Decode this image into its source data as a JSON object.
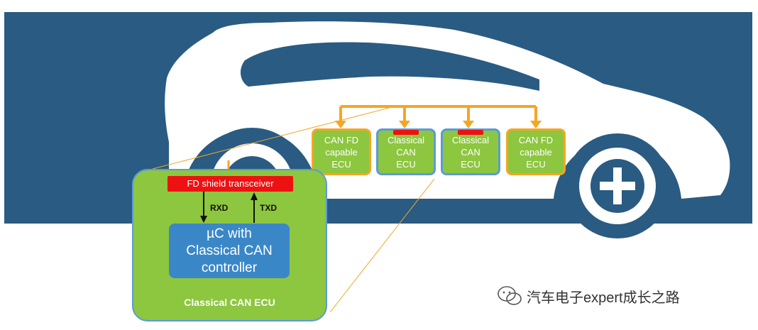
{
  "diagram": {
    "ecus": [
      {
        "label": "CAN FD\ncapable\nECU",
        "kind": "fd"
      },
      {
        "label": "Classical\nCAN\nECU",
        "kind": "classical"
      },
      {
        "label": "Classical\nCAN\nECU",
        "kind": "classical"
      },
      {
        "label": "CAN FD\ncapable\nECU",
        "kind": "fd"
      }
    ],
    "zoom": {
      "transceiver_label": "FD shield transceiver",
      "rxd_label": "RXD",
      "txd_label": "TXD",
      "controller_label": "µC with\nClassical CAN\ncontroller",
      "ecu_label": "Classical CAN ECU"
    },
    "colors": {
      "background": "#2a5b82",
      "car_body": "#ffffff",
      "bus_line": "#f5a623",
      "ecu_fill": "#8dc63f",
      "classical_border": "#5b9bd5",
      "shield_red": "#ee1111",
      "controller_blue": "#3a87c8"
    }
  },
  "watermark": {
    "text": "汽车电子expert成长之路",
    "icon": "wechat-icon"
  }
}
